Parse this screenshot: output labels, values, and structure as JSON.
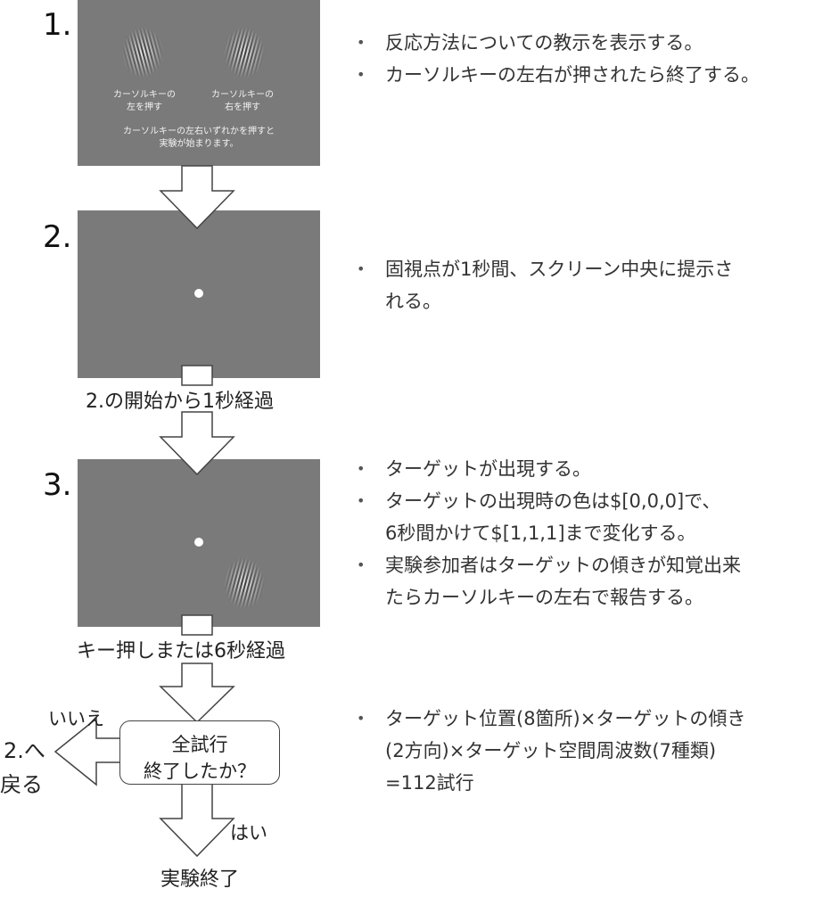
{
  "colors": {
    "screen_gray": "#7a7a7a",
    "arrow_stroke": "#444444"
  },
  "steps": [
    {
      "number": "1.",
      "screen": {
        "left_label": [
          "カーソルキーの",
          "左を押す"
        ],
        "right_label": [
          "カーソルキーの",
          "右を押す"
        ],
        "bottom_text": [
          "カーソルキーの左右いずれかを押すと",
          "実験が始まります。"
        ]
      },
      "bullets": [
        [
          "反応方法についての教示を表示する。"
        ],
        [
          "カーソルキーの左右が押されたら終了する。"
        ]
      ]
    },
    {
      "number": "2.",
      "bullets": [
        [
          "固視点が1秒間、スクリーン中央に提示さ",
          "れる。"
        ]
      ]
    },
    {
      "number": "3.",
      "bullets": [
        [
          "ターゲットが出現する。"
        ],
        [
          "ターゲットの出現時の色は$[0,0,0]で、",
          "6秒間かけて$[1,1,1]まで変化する。"
        ],
        [
          "実験参加者はターゲットの傾きが知覚出来",
          "たらカーソルキーの左右で報告する。"
        ]
      ]
    }
  ],
  "transitions": {
    "after_step2": "2.の開始から1秒経過",
    "after_step3": "キー押しまたは6秒経過"
  },
  "decision": {
    "line1": "全試行",
    "line2": "終了したか？",
    "no_label": "いいえ",
    "no_target_1": "2.へ",
    "no_target_2": "戻る",
    "yes_label": "はい",
    "end_label": "実験終了"
  },
  "trial_note": [
    [
      "ターゲット位置(8箇所)×ターゲットの傾き",
      "(2方向)×ターゲット空間周波数(7種類)",
      "=112試行"
    ]
  ]
}
